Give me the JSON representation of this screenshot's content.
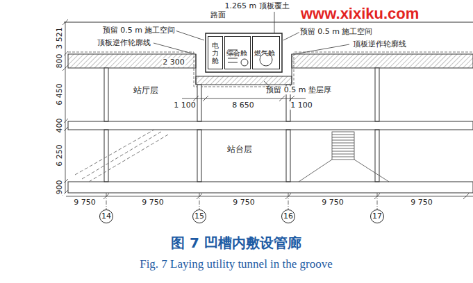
{
  "diagram": {
    "caption": "图 7 凹槽内敷设管廊",
    "nodes": [
      {
        "text": [
          "电力舱"
        ]
      },
      {
        "text": [
          "综合舱"
        ]
      },
      {
        "text": [
          "燃气舱"
        ]
      },
      {
        "text": [
          "14"
        ]
      },
      {
        "text": [
          "15"
        ]
      },
      {
        "text": [
          "16"
        ]
      },
      {
        "text": [
          "17"
        ]
      }
    ],
    "labels": [
      "www.xixiku.com",
      "1.265 m 顶板覆土",
      "路面",
      "预留 0.5 m 施工空间",
      "预留 0.5 m 施工空间",
      "顶板逆作轮廓线",
      "顶板逆作轮廓线",
      "3 521",
      "800",
      "2 300",
      "6 450",
      "站厅层",
      "1 100",
      "8 650",
      "1 100",
      "预留 0.5 m 垫层厚",
      "400",
      "站台层",
      "6 250",
      "900",
      "9 750",
      "9 750",
      "9 750",
      "9 750",
      "9 750",
      "Fig. 7 Laying utility tunnel in the groove"
    ]
  }
}
